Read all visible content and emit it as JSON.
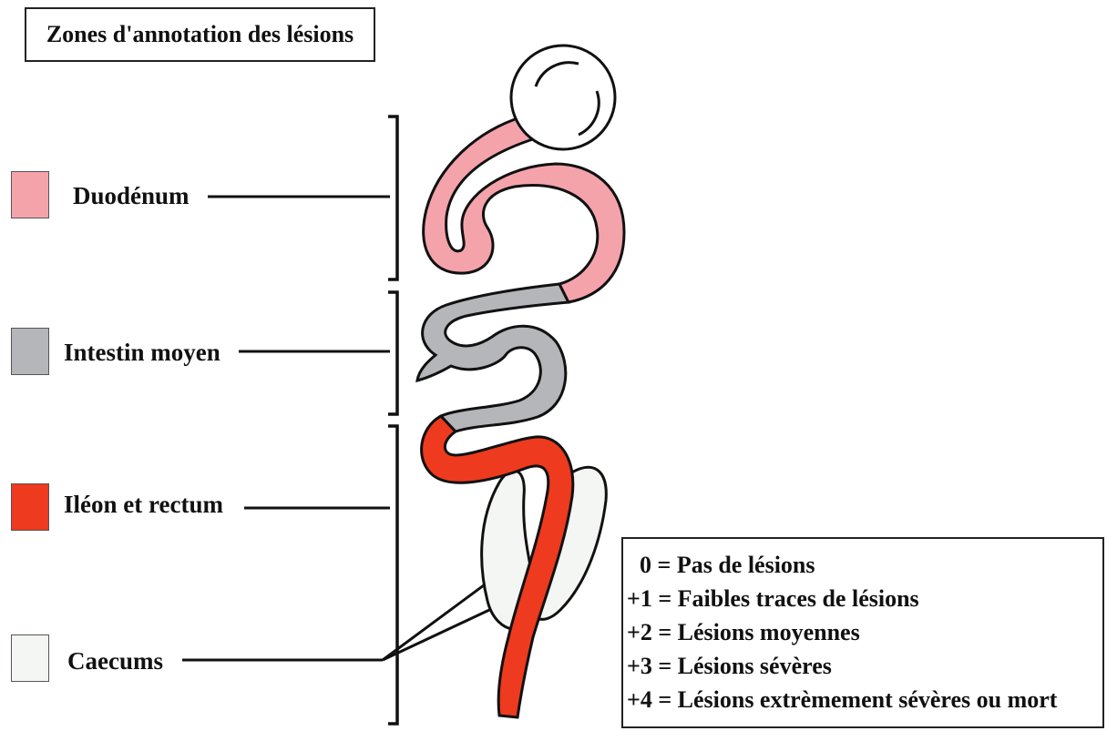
{
  "title": "Zones d'annotation des lésions",
  "legend": [
    {
      "label": "Duodénum",
      "color": "#f4a3ab"
    },
    {
      "label": "Intestin moyen",
      "color": "#b4b6ba"
    },
    {
      "label": "Iléon et rectum",
      "color": "#ee3a1e"
    },
    {
      "label": "Caecums",
      "color": "#f4f6f3"
    }
  ],
  "scale": [
    "0 = Pas de lésions",
    "+1 = Faibles traces de lésions",
    "+2 = Lésions moyennes",
    "+3 = Lésions sévères",
    "+4 = Lésions extrèmement sévères ou mort"
  ],
  "colors": {
    "gizzard": "#ffffff",
    "outline": "#111111"
  }
}
